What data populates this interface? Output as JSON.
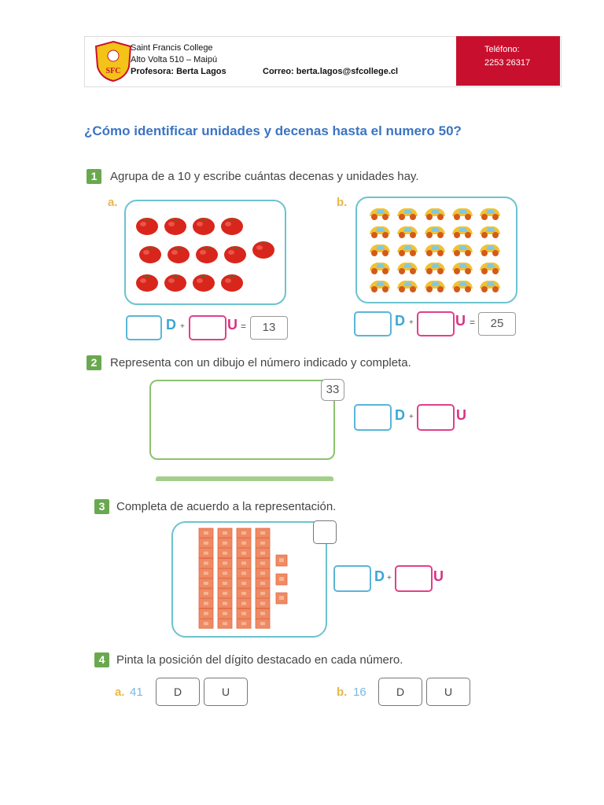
{
  "header": {
    "school": "Saint Francis College",
    "address": "Alto Volta 510 – Maipú",
    "teacher": "Profesora: Berta Lagos",
    "email": "Correo: berta.lagos@sfcollege.cl",
    "phone_label": "Teléfono:",
    "phone": "2253 26317",
    "logo_text": "SFC",
    "brand_red": "#c8102e"
  },
  "title": "¿Cómo identificar unidades y decenas hasta el numero 50?",
  "ex1": {
    "num": "1",
    "instruction": "Agrupa de a 10 y escribe cuántas decenas y unidades hay.",
    "a": {
      "label": "a.",
      "tomatoes": 13,
      "total": "13"
    },
    "b": {
      "label": "b.",
      "cars": 25,
      "total": "25"
    },
    "d": "D",
    "u": "U",
    "plus": "+",
    "eq": "="
  },
  "ex2": {
    "num": "2",
    "instruction": "Representa con un dibujo el número indicado y completa.",
    "number": "33",
    "d": "D",
    "u": "U",
    "plus": "+"
  },
  "ex3": {
    "num": "3",
    "instruction": "Completa de acuerdo a la representación.",
    "tens": 4,
    "units": 3,
    "d": "D",
    "u": "U",
    "plus": "+"
  },
  "ex4": {
    "num": "4",
    "instruction": "Pinta la posición del dígito destacado en cada número.",
    "a": {
      "label": "a.",
      "number": "41"
    },
    "b": {
      "label": "b.",
      "number": "16"
    },
    "d": "D",
    "u": "U"
  }
}
